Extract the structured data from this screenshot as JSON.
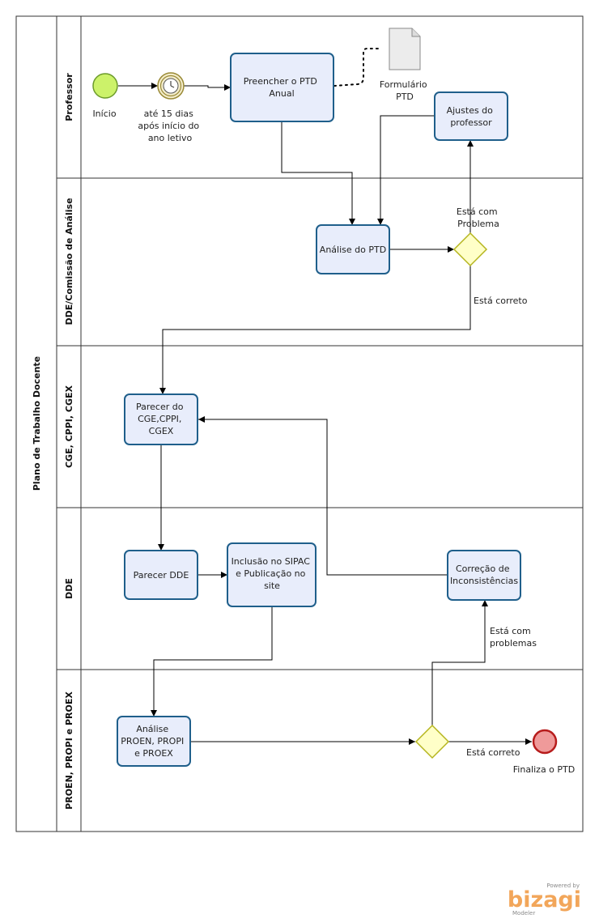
{
  "pool": {
    "title": "Plano de Trabalho Docente"
  },
  "lanes": [
    {
      "id": "professor",
      "title": "Professor"
    },
    {
      "id": "dde-comissao",
      "title": "DDE/Comissão de Análise"
    },
    {
      "id": "cge",
      "title": "CGE, CPPI, CGEX"
    },
    {
      "id": "dde",
      "title": "DDE"
    },
    {
      "id": "proen",
      "title": "PROEN, PROPI e PROEX"
    }
  ],
  "events": {
    "start": {
      "label": "Início"
    },
    "timer": {
      "label": [
        "até 15 dias",
        "após início do",
        "ano letivo"
      ]
    },
    "end": {
      "label": "Finaliza o PTD"
    }
  },
  "tasks": {
    "preencher": [
      "Preencher o  PTD",
      "Anual"
    ],
    "ajustes": [
      "Ajustes do",
      "professor"
    ],
    "analise_ptd": [
      "Análise do PTD"
    ],
    "parecer_cge": [
      "Parecer do",
      "CGE,CPPI,",
      "CGEX"
    ],
    "parecer_dde": [
      "Parecer DDE"
    ],
    "inclusao": [
      "Inclusão no SIPAC",
      "e Publicação no",
      "site"
    ],
    "correcao": [
      "Correção de",
      "Inconsistências"
    ],
    "analise_proen": [
      "Análise",
      "PROEN, PROPI",
      "e PROEX"
    ]
  },
  "document": {
    "label": [
      "Formulário",
      "PTD"
    ]
  },
  "flow_labels": {
    "com_problema": [
      "Está com",
      "Problema"
    ],
    "correto_1": "Está correto",
    "com_problemas": [
      "Está com",
      "problemas"
    ],
    "correto_2": "Está correto"
  },
  "branding": {
    "powered": "Powered by",
    "name": "bizagi",
    "product": "Modeler"
  },
  "colors": {
    "task_fill": "#e8edfb",
    "task_stroke": "#1f5f8b",
    "start_fill": "#ccf26a",
    "end_fill": "#ef9a9a",
    "end_stroke": "#b71c1c",
    "gateway_fill": "#ffffc8",
    "gateway_stroke": "#b5b51e"
  }
}
